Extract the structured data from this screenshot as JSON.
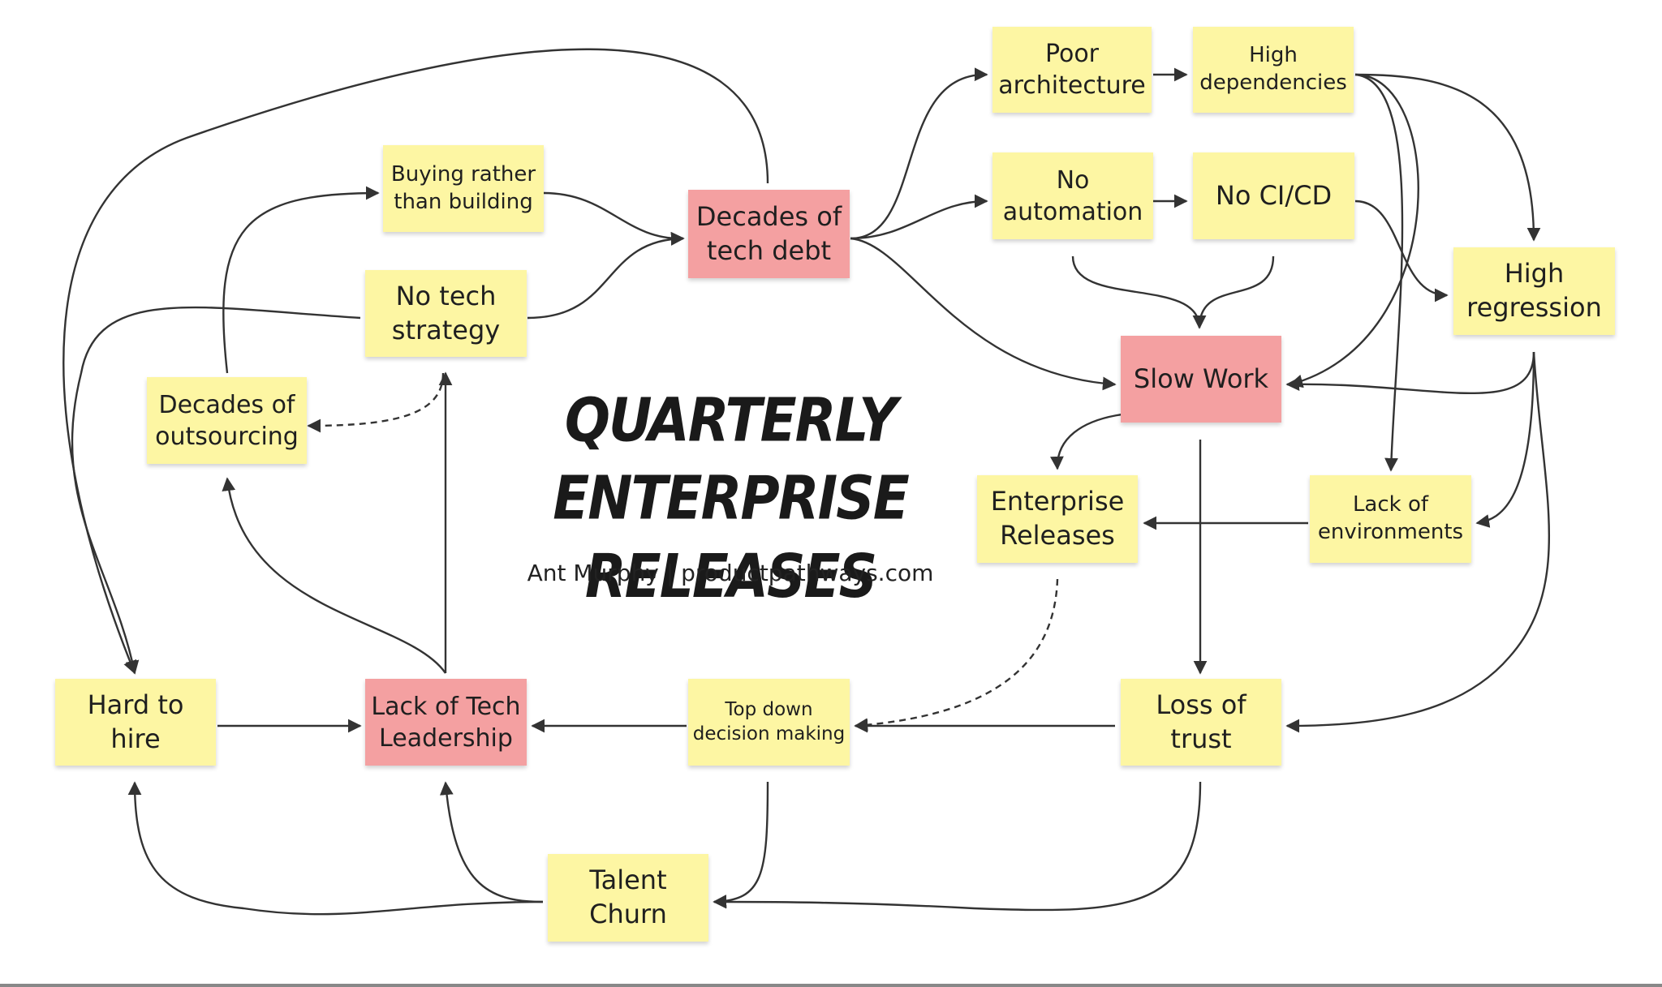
{
  "title": "QUARTERLY ENTERPRISE\nRELEASES",
  "byline": "Ant Murphy | productpathways.com",
  "colors": {
    "yellow_note": "#fdf6a3",
    "red_note": "#f4a0a1",
    "edge": "#333333"
  },
  "nodes": {
    "poor_architecture": {
      "label": "Poor\narchitecture",
      "color": "yellow"
    },
    "high_dependencies": {
      "label": "High\ndependencies",
      "color": "yellow"
    },
    "buying_rather": {
      "label": "Buying rather\nthan building",
      "color": "yellow"
    },
    "decades_tech_debt": {
      "label": "Decades of\ntech debt",
      "color": "red"
    },
    "no_automation": {
      "label": "No\nautomation",
      "color": "yellow"
    },
    "no_cicd": {
      "label": "No CI/CD",
      "color": "yellow"
    },
    "no_tech_strategy": {
      "label": "No tech\nstrategy",
      "color": "yellow"
    },
    "high_regression": {
      "label": "High\nregression",
      "color": "yellow"
    },
    "slow_work": {
      "label": "Slow Work",
      "color": "red"
    },
    "decades_outsourcing": {
      "label": "Decades of\noutsourcing",
      "color": "yellow"
    },
    "enterprise_releases": {
      "label": "Enterprise\nReleases",
      "color": "yellow"
    },
    "lack_environments": {
      "label": "Lack of\nenvironments",
      "color": "yellow"
    },
    "hard_to_hire": {
      "label": "Hard to\nhire",
      "color": "yellow"
    },
    "lack_tech_leadership": {
      "label": "Lack of Tech\nLeadership",
      "color": "red"
    },
    "top_down": {
      "label": "Top down\ndecision making",
      "color": "yellow"
    },
    "loss_of_trust": {
      "label": "Loss of\ntrust",
      "color": "yellow"
    },
    "talent_churn": {
      "label": "Talent\nChurn",
      "color": "yellow"
    }
  },
  "edges": [
    {
      "from": "poor_architecture",
      "to": "high_dependencies",
      "style": "solid"
    },
    {
      "from": "high_dependencies",
      "to": "high_regression",
      "style": "solid"
    },
    {
      "from": "high_dependencies",
      "to": "slow_work",
      "style": "solid"
    },
    {
      "from": "high_dependencies",
      "to": "lack_environments",
      "style": "solid"
    },
    {
      "from": "buying_rather",
      "to": "decades_tech_debt",
      "style": "solid"
    },
    {
      "from": "no_tech_strategy",
      "to": "decades_tech_debt",
      "style": "solid"
    },
    {
      "from": "decades_tech_debt",
      "to": "poor_architecture",
      "style": "solid"
    },
    {
      "from": "decades_tech_debt",
      "to": "no_automation",
      "style": "solid"
    },
    {
      "from": "decades_tech_debt",
      "to": "slow_work",
      "style": "solid"
    },
    {
      "from": "decades_tech_debt",
      "to": "hard_to_hire",
      "style": "solid"
    },
    {
      "from": "no_automation",
      "to": "no_cicd",
      "style": "solid"
    },
    {
      "from": "no_automation",
      "to": "slow_work",
      "style": "solid"
    },
    {
      "from": "no_cicd",
      "to": "slow_work",
      "style": "solid"
    },
    {
      "from": "no_cicd",
      "to": "high_regression",
      "style": "solid"
    },
    {
      "from": "high_regression",
      "to": "slow_work",
      "style": "solid"
    },
    {
      "from": "high_regression",
      "to": "lack_environments",
      "style": "solid"
    },
    {
      "from": "high_regression",
      "to": "loss_of_trust",
      "style": "solid"
    },
    {
      "from": "slow_work",
      "to": "enterprise_releases",
      "style": "solid"
    },
    {
      "from": "slow_work",
      "to": "loss_of_trust",
      "style": "solid"
    },
    {
      "from": "lack_environments",
      "to": "enterprise_releases",
      "style": "solid"
    },
    {
      "from": "decades_outsourcing",
      "to": "buying_rather",
      "style": "solid"
    },
    {
      "from": "no_tech_strategy",
      "to": "hard_to_hire",
      "style": "solid"
    },
    {
      "from": "lack_tech_leadership",
      "to": "no_tech_strategy",
      "style": "solid"
    },
    {
      "from": "lack_tech_leadership",
      "to": "decades_outsourcing",
      "style": "solid"
    },
    {
      "from": "no_tech_strategy",
      "to": "decades_outsourcing",
      "style": "dashed"
    },
    {
      "from": "hard_to_hire",
      "to": "lack_tech_leadership",
      "style": "solid"
    },
    {
      "from": "top_down",
      "to": "lack_tech_leadership",
      "style": "solid"
    },
    {
      "from": "loss_of_trust",
      "to": "top_down",
      "style": "solid"
    },
    {
      "from": "enterprise_releases",
      "to": "top_down",
      "style": "dashed"
    },
    {
      "from": "top_down",
      "to": "talent_churn",
      "style": "solid"
    },
    {
      "from": "loss_of_trust",
      "to": "talent_churn",
      "style": "solid"
    },
    {
      "from": "talent_churn",
      "to": "hard_to_hire",
      "style": "solid"
    },
    {
      "from": "talent_churn",
      "to": "lack_tech_leadership",
      "style": "solid"
    }
  ]
}
